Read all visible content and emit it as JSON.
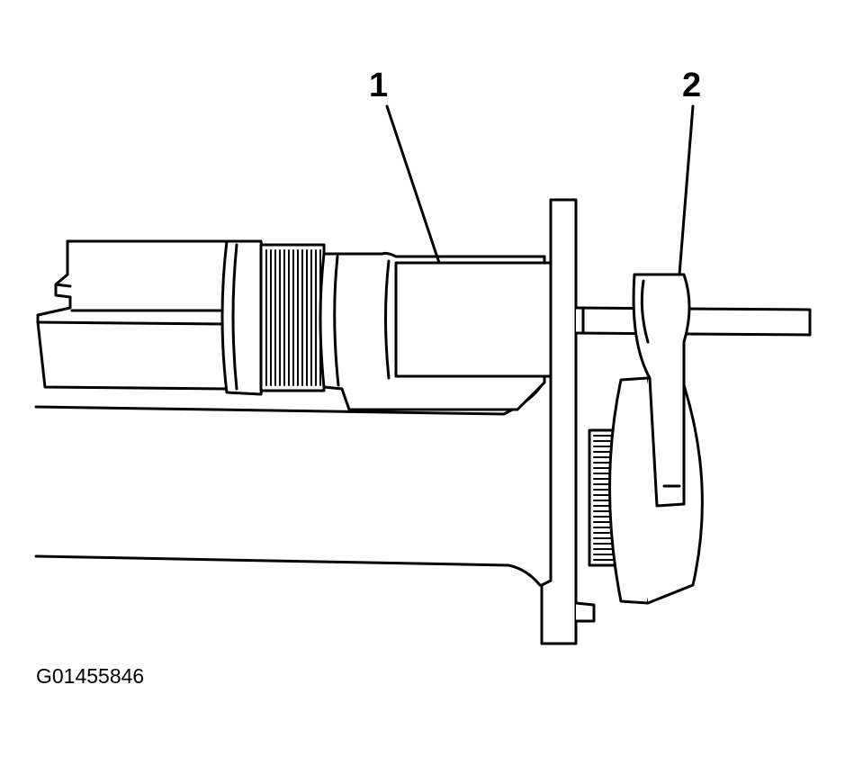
{
  "callouts": [
    {
      "label": "1"
    },
    {
      "label": "2"
    }
  ],
  "figure_id": "G01455846",
  "colors": {
    "ink": "#000000",
    "paper": "#ffffff"
  }
}
